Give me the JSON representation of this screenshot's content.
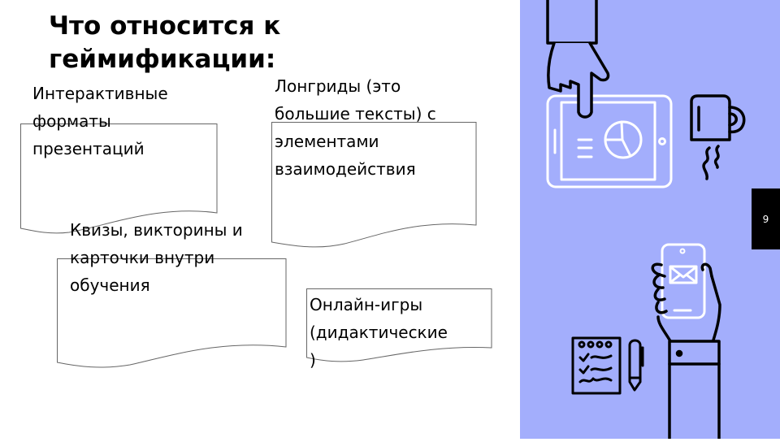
{
  "slide": {
    "title": "Что относится к геймификации:",
    "page_number": "9",
    "panel_color": "#a3aefc"
  },
  "items": [
    {
      "text": "Интерактивные\nформаты\nпрезентаций"
    },
    {
      "text": "Лонгриды (это\nбольшие тексты) с\nэлементами\nвзаимодействия"
    },
    {
      "text": "Квизы, викторины и\nкарточки внутри\nобучения"
    },
    {
      "text": "Онлайн-игры\n(дидактические\n)"
    }
  ],
  "illustration": {
    "icons": [
      "pointing-hand-icon",
      "tablet-icon",
      "pie-chart-icon",
      "coffee-mug-icon",
      "notepad-icon",
      "pen-icon",
      "phone-in-hand-icon",
      "mail-icon"
    ]
  }
}
